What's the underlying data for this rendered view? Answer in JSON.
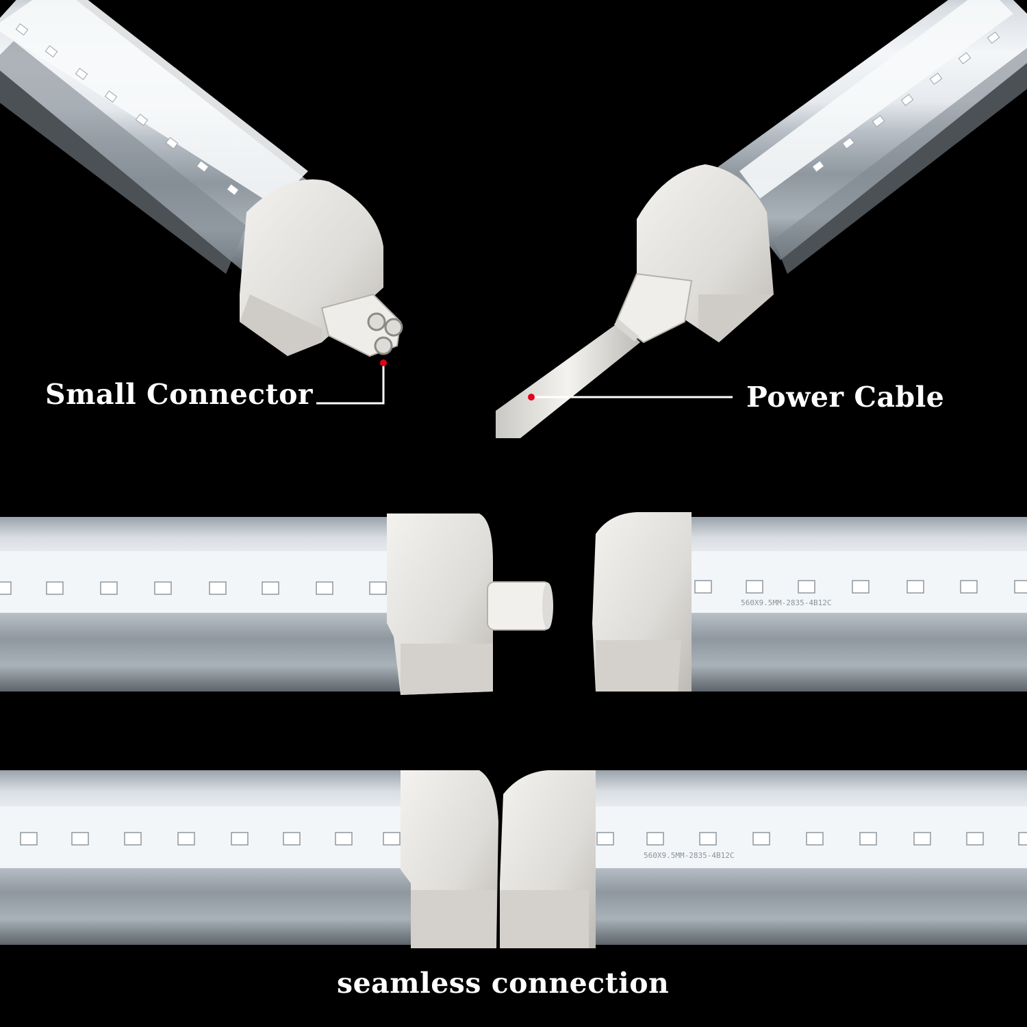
{
  "labels": {
    "small_connector": "Small Connector",
    "power_cable": "Power Cable",
    "seamless_connection": "seamless connection"
  },
  "pcb_marking": "560X9.5MM-2835-4B12C",
  "colors": {
    "background": "#000000",
    "callout_line": "#ffffff",
    "callout_dot": "#e3001b",
    "tube_glow": "#f2f5f8",
    "end_cap": "#e8e6e2"
  }
}
